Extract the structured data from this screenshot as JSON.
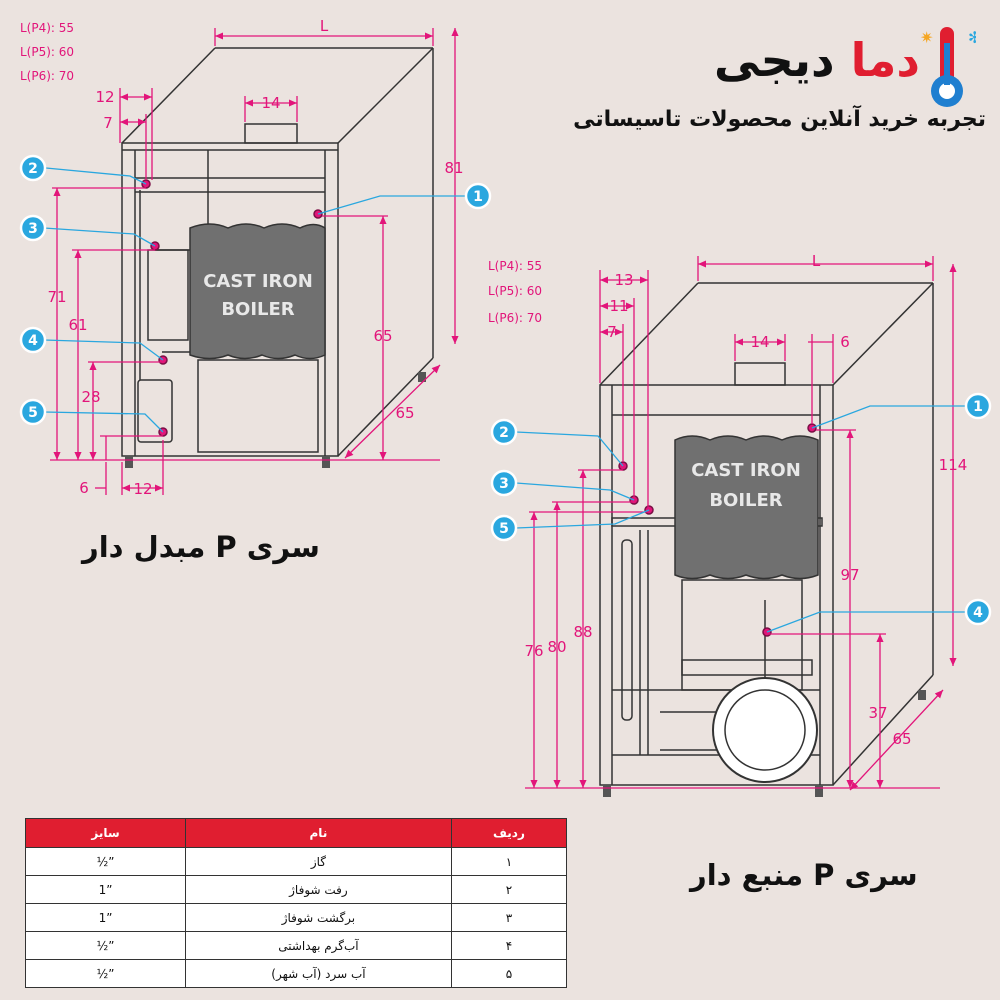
{
  "brand": {
    "name_part1": "دیجی",
    "name_part2": "دما",
    "tagline": "تجربه خرید آنلاین محصولات تاسیساتی"
  },
  "left_diagram": {
    "title": "سری P مبدل دار",
    "length_notes": [
      "L(P4): 55",
      "L(P5): 60",
      "L(P6): 70"
    ],
    "boiler_label_line1": "CAST IRON",
    "boiler_label_line2": "BOILER",
    "dims": {
      "L": "L",
      "d14": "14",
      "d12": "12",
      "d7": "7",
      "d81": "81",
      "d71": "71",
      "d61": "61",
      "d65v": "65",
      "d28": "28",
      "d65d": "65",
      "d6": "6",
      "d12b": "12"
    },
    "markers": [
      "1",
      "2",
      "3",
      "4",
      "5"
    ]
  },
  "right_diagram": {
    "title": "سری P منبع دار",
    "length_notes": [
      "L(P4): 55",
      "L(P5): 60",
      "L(P6): 70"
    ],
    "boiler_label_line1": "CAST IRON",
    "boiler_label_line2": "BOILER",
    "dims": {
      "L": "L",
      "d13": "13",
      "d11": "11",
      "d7": "7",
      "d14": "14",
      "d6": "6",
      "d114": "114",
      "d97": "97",
      "d88": "88",
      "d80": "80",
      "d76": "76",
      "d37": "37",
      "d65": "65"
    },
    "markers": [
      "1",
      "2",
      "3",
      "4",
      "5"
    ]
  },
  "table": {
    "headers": {
      "size": "سایز",
      "name": "نام",
      "row": "ردیف"
    },
    "rows": [
      {
        "size": "½”",
        "name": "گاز",
        "row": "۱"
      },
      {
        "size": "1”",
        "name": "رفت شوفاژ",
        "row": "۲"
      },
      {
        "size": "1”",
        "name": "برگشت شوفاژ",
        "row": "۳"
      },
      {
        "size": "½”",
        "name": "آب‌گرم بهداشتی",
        "row": "۴"
      },
      {
        "size": "½”",
        "name": "آب سرد (آب شهر)",
        "row": "۵"
      }
    ]
  }
}
